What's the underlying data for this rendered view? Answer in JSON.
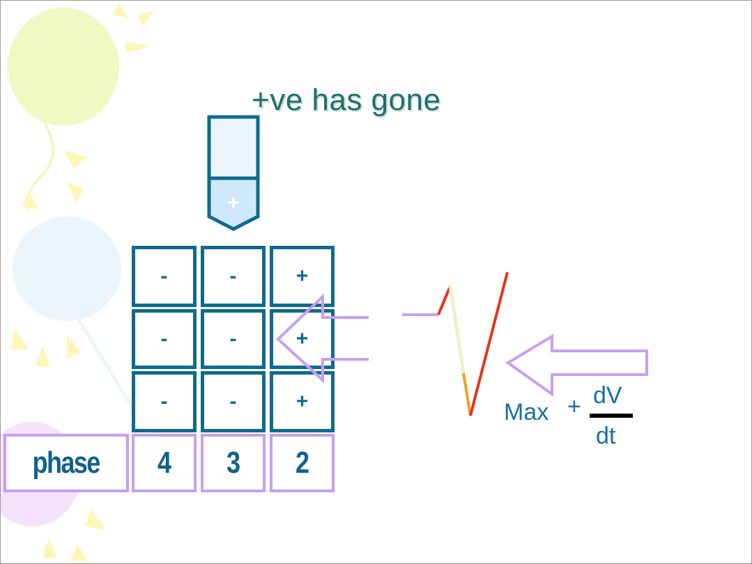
{
  "title": "+ve has gone",
  "top_marker": {
    "label": "+"
  },
  "grid": {
    "rows": [
      [
        "-",
        "-",
        "+"
      ],
      [
        "-",
        "-",
        "+"
      ],
      [
        "-",
        "-",
        "+"
      ]
    ]
  },
  "phase_row": {
    "label": "phase",
    "values": [
      "4",
      "3",
      "2"
    ]
  },
  "formula": {
    "prefix": "Max",
    "sign": "+",
    "numerator": "dV",
    "denominator": "dt"
  },
  "colors": {
    "title": "#1f6f6f",
    "cell_border": "#0f6b8e",
    "phase_border": "#c89ef2",
    "phase_text": "#10628a",
    "arrow": "#c89ef2",
    "waveform_red": "#e8321f",
    "waveform_pale": "#e6f5c8",
    "waveform_orange": "#f2a01f",
    "formula_text": "#1672a0"
  }
}
